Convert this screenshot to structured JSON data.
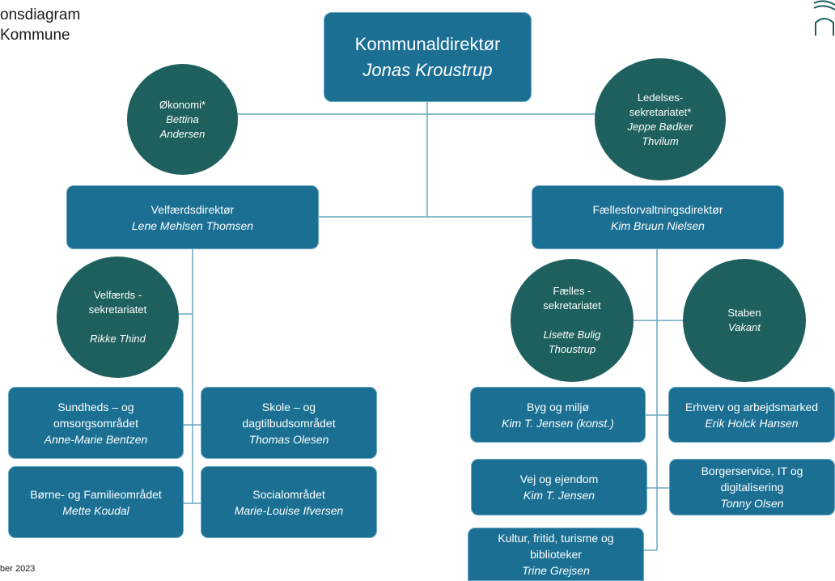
{
  "corner": {
    "title": "onsdiagram\nKommune",
    "date": "ber 2023"
  },
  "colors": {
    "box": "#1a6f93",
    "circle": "#1e605d",
    "line": "#6aa7c0",
    "text": "#ffffff"
  },
  "root": {
    "title": "Kommunaldirektør",
    "name": "Jonas Kroustrup"
  },
  "okonomi": {
    "title": "Økonomi*",
    "name": "Bettina\nAndersen"
  },
  "ledelse": {
    "title": "Ledelses-\nsekretariatet*",
    "name": "Jeppe Bødker\nThvilum"
  },
  "velfaerd": {
    "title": "Velfærdsdirektør",
    "name": "Lene Mehlsen Thomsen",
    "sekretariat": {
      "title": "Velfærds -\nsekretariatet",
      "name": "Rikke Thind"
    },
    "units": [
      {
        "title": "Sundheds – og\nomsorgsområdet",
        "name": "Anne-Marie Bentzen"
      },
      {
        "title": "Skole – og\ndagtilbudsområdet",
        "name": "Thomas Olesen"
      },
      {
        "title": "Børne- og Familieområdet",
        "name": "Mette Koudal"
      },
      {
        "title": "Socialområdet",
        "name": "Marie-Louise Ifversen"
      }
    ]
  },
  "faelles": {
    "title": "Fællesforvaltningsdirektør",
    "name": "Kim Bruun Nielsen",
    "sekretariat": {
      "title": "Fælles -\nsekretariatet",
      "name": "Lisette Bulig\nThoustrup"
    },
    "staben": {
      "title": "Staben",
      "name": "Vakant"
    },
    "units": [
      {
        "title": "Byg og miljø",
        "name": "Kim T. Jensen (konst.)"
      },
      {
        "title": "Erhverv og arbejdsmarked",
        "name": "Erik Holck Hansen"
      },
      {
        "title": "Vej og ejendom",
        "name": "Kim T. Jensen"
      },
      {
        "title": "Borgerservice, IT og\ndigitalisering",
        "name": "Tonny Olsen"
      },
      {
        "title": "Kultur, fritid, turisme og\nbiblioteker",
        "name": "Trine Grejsen"
      }
    ]
  }
}
